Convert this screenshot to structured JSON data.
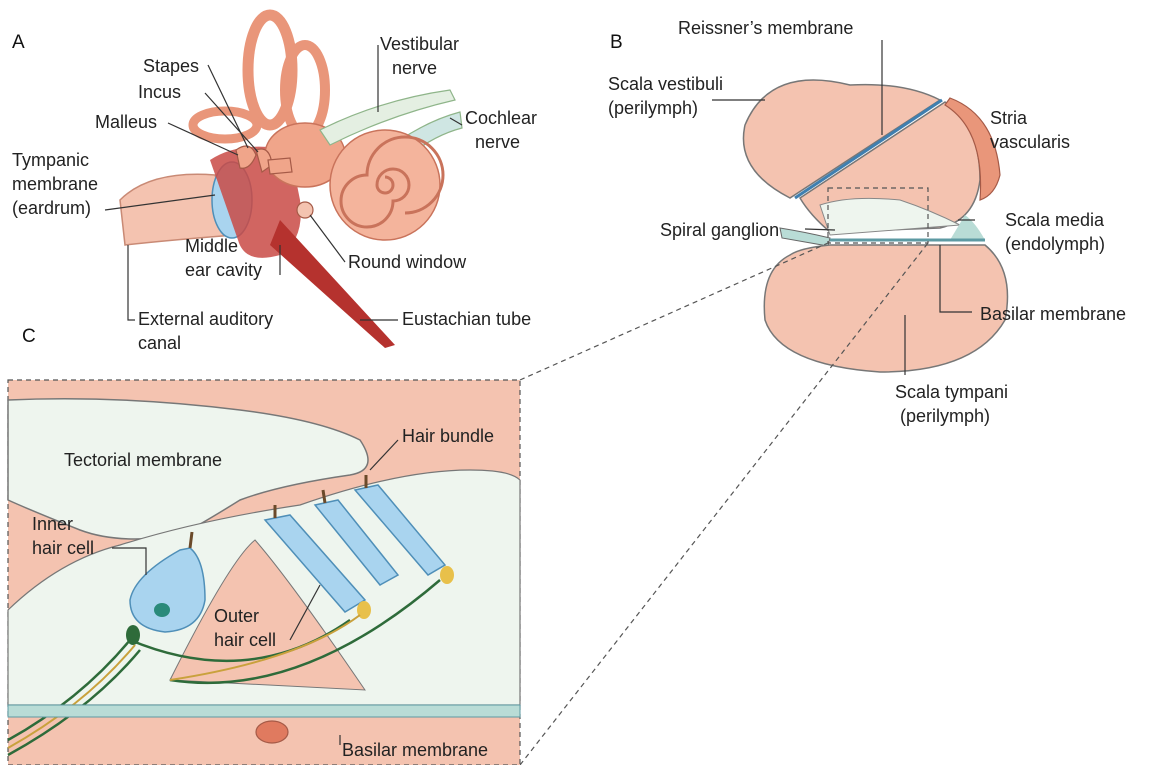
{
  "panels": {
    "a": "A",
    "b": "B",
    "c": "C"
  },
  "labels_a": {
    "stapes": "Stapes",
    "incus": "Incus",
    "malleus": "Malleus",
    "tympanic_1": "Tympanic",
    "tympanic_2": "membrane",
    "tympanic_3": "(eardrum)",
    "vestibular_1": "Vestibular",
    "vestibular_2": "nerve",
    "cochlear_1": "Cochlear",
    "cochlear_2": "nerve",
    "middle_1": "Middle",
    "middle_2": "ear cavity",
    "round_window": "Round window",
    "eac_1": "External auditory",
    "eac_2": "canal",
    "eustachian": "Eustachian tube"
  },
  "labels_b": {
    "reissner": "Reissner’s membrane",
    "sv_1": "Scala vestibuli",
    "sv_2": "(perilymph)",
    "stria_1": "Stria",
    "stria_2": "vascularis",
    "spiral_ganglion": "Spiral ganglion",
    "sm_1": "Scala media",
    "sm_2": "(endolymph)",
    "basilar": "Basilar membrane",
    "st_1": "Scala tympani",
    "st_2": "(perilymph)"
  },
  "labels_c": {
    "hair_bundle": "Hair bundle",
    "tectorial": "Tectorial membrane",
    "inner_1": "Inner",
    "inner_2": "hair cell",
    "outer_1": "Outer",
    "outer_2": "hair cell",
    "basilar": "Basilar membrane"
  },
  "colors": {
    "tissue": "#f4c3b0",
    "bone": "#e9967a",
    "cell_blue": "#a9d4ef",
    "support": "#eef5ee",
    "nerve_green": "#2e6b3a",
    "membrane_teal": "#b9dcd6"
  }
}
